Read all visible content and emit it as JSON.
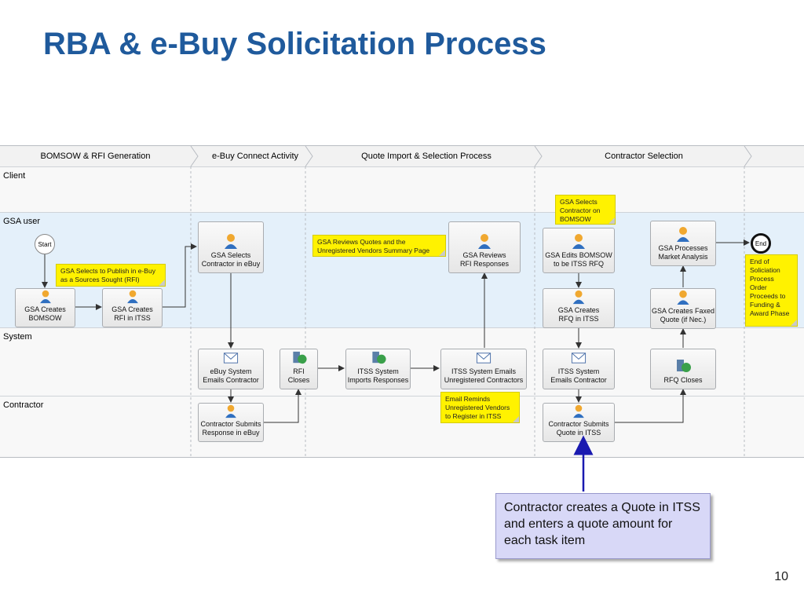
{
  "title": "RBA & e-Buy Solicitation Process",
  "phases": [
    "BOMSOW & RFI Generation",
    "e-Buy Connect Activity",
    "Quote Import & Selection Process",
    "Contractor Selection"
  ],
  "lanes": [
    "Client",
    "GSA user",
    "System",
    "Contractor"
  ],
  "events": {
    "start": "Start",
    "end": "End"
  },
  "tasks": {
    "gsa_creates_bomsow": "GSA Creates\nBOMSOW",
    "gsa_creates_rfi": "GSA Creates\nRFI in ITSS",
    "gsa_selects_contractor_ebuy": "GSA Selects\nContractor in eBuy",
    "ebuy_emails_contractor": "eBuy System\nEmails Contractor",
    "contractor_submits_ebuy": "Contractor Submits\nResponse in eBuy",
    "rfi_closes": "RFI\nCloses",
    "itss_imports_responses": "ITSS System\nImports Responses",
    "itss_emails_unregistered": "ITSS System Emails\nUnregistered Contractors",
    "gsa_reviews_rfi": "GSA Reviews\nRFI Responses",
    "gsa_edits_bomsow": "GSA Edits BOMSOW\nto be ITSS RFQ",
    "gsa_creates_rfq": "GSA Creates\nRFQ in ITSS",
    "itss_emails_contractor": "ITSS System\nEmails Contractor",
    "contractor_submits_quote": "Contractor Submits\nQuote in ITSS",
    "gsa_processes_market": "GSA Processes\nMarket Analysis",
    "gsa_creates_faxed": "GSA Creates Faxed\nQuote (if Nec.)",
    "rfq_closes": "RFQ Closes"
  },
  "notes": {
    "publish_ebuy": "GSA Selects to Publish in e-Buy\nas a Sources Sought (RFI)",
    "reviews_quotes": "GSA Reviews Quotes and the\nUnregistered Vendors Summary Page",
    "email_reminds": "Email Reminds\nUnregistered Vendors\nto Register in ITSS",
    "selects_contractor": "GSA Selects\nContractor on\nBOMSOW",
    "end_of_solicitation": "End of\nSoliciation\nProcess\nOrder\nProceeds to\nFunding &\nAward Phase"
  },
  "callout": "Contractor creates a Quote in ITSS and enters a quote amount for each task item",
  "page_number": "10",
  "colors": {
    "title": "#1f5a9c",
    "note": "#fff200",
    "gsa_lane": "#e4f0fa",
    "callout": "#d8d8f7",
    "arrow": "#1a1ab0"
  },
  "icons": {
    "person": "person-icon",
    "email": "envelope-icon",
    "system": "server-globe-icon"
  }
}
